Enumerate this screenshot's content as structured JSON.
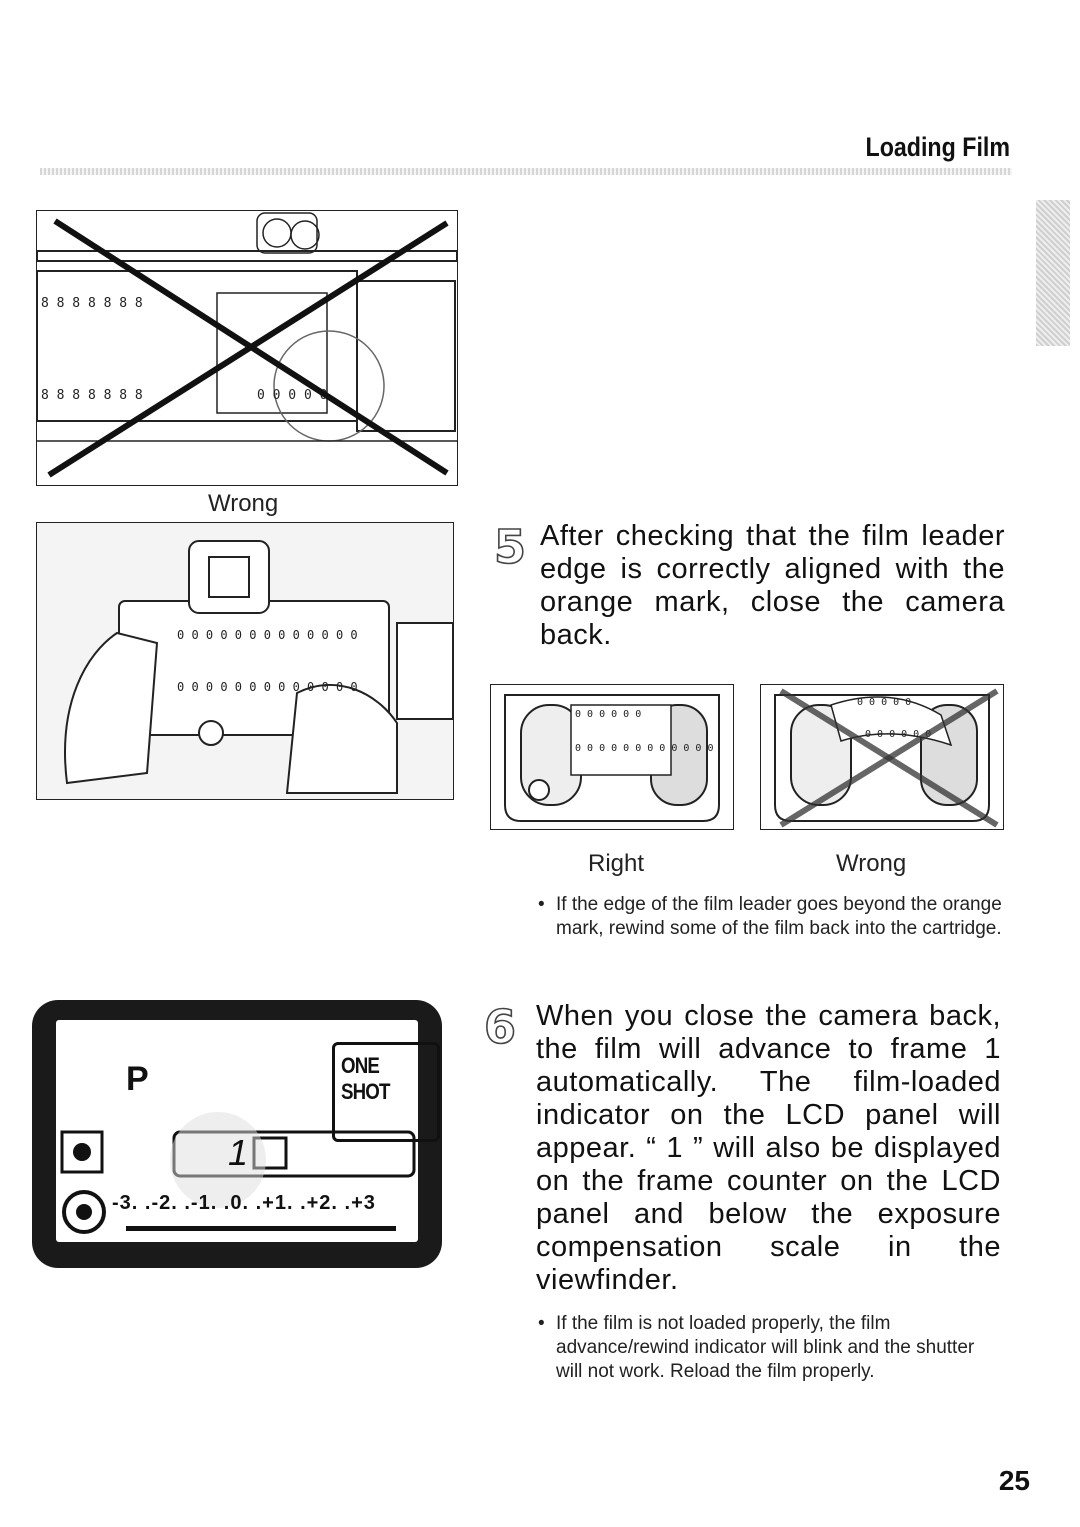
{
  "header": {
    "section_title": "Loading Film"
  },
  "figures": {
    "wrong_top_caption": "Wrong",
    "right_caption": "Right",
    "wrong_caption": "Wrong"
  },
  "step5": {
    "number": "5",
    "text": "After checking that the film leader edge is correctly aligned with the orange mark, close the camera back.",
    "note": "If the edge of the film leader goes beyond the orange mark, rewind some of the film back into the cartridge."
  },
  "step6": {
    "number": "6",
    "text": "When you close the camera back, the film will advance to frame 1 automatically. The film-loaded indicator on the LCD panel will appear. “ 1 ” will also be displayed on the frame counter on the LCD panel and below the exposure compensation scale in the viewfinder.",
    "note": "If the film is not loaded properly, the film advance/rewind indicator will blink and the shutter will not work. Reload the film properly."
  },
  "lcd": {
    "mode": "P",
    "af_mode": "ONE SHOT",
    "counter": "1",
    "scale": "-3. .-2. .-1. .0. .+1. .+2. .+3"
  },
  "footer": {
    "page_number": "25"
  }
}
